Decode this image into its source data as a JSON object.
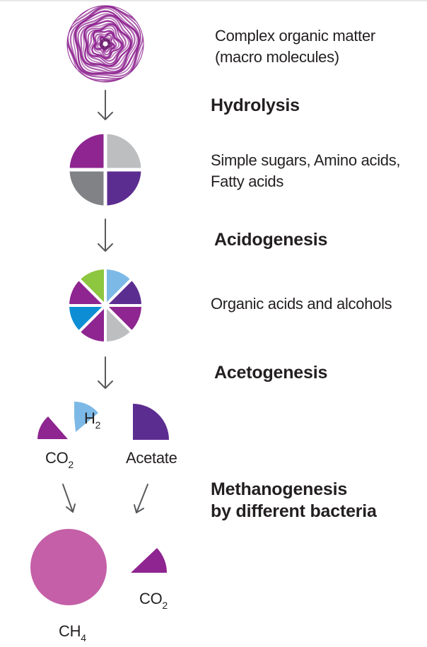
{
  "colors": {
    "purple": "#8e2590",
    "violet": "#5c2d91",
    "light_gray": "#bcbec0",
    "dark_gray": "#808285",
    "light_blue": "#7db9e6",
    "blue": "#0d8ed4",
    "green": "#8dc63f",
    "mauve": "#c45fa8",
    "arrow": "#58595b"
  },
  "icons": {
    "complex_matter": "swirled-purple-disc",
    "simple_compounds": "four-quadrant-disc",
    "organic_acids": "eight-segment-disc",
    "methane": "large-mauve-disc"
  },
  "stages": {
    "hydrolysis": "Hydrolysis",
    "acidogenesis": "Acidogenesis",
    "acetogenesis": "Acetogenesis",
    "methanogenesis_line1": "Methanogenesis",
    "methanogenesis_line2": "by different bacteria"
  },
  "products": {
    "complex_line1": "Complex organic matter",
    "complex_line2": "(macro molecules)",
    "simple_line1": "Simple sugars, Amino acids,",
    "simple_line2": "Fatty acids",
    "organic_acids": "Organic acids and alcohols"
  },
  "labels": {
    "h2_base": "H",
    "h2_sub": "2",
    "co2_base": "CO",
    "co2_sub": "2",
    "acetate": "Acetate",
    "co2b_base": "CO",
    "co2b_sub": "2",
    "ch4_base": "CH",
    "ch4_sub": "4"
  }
}
